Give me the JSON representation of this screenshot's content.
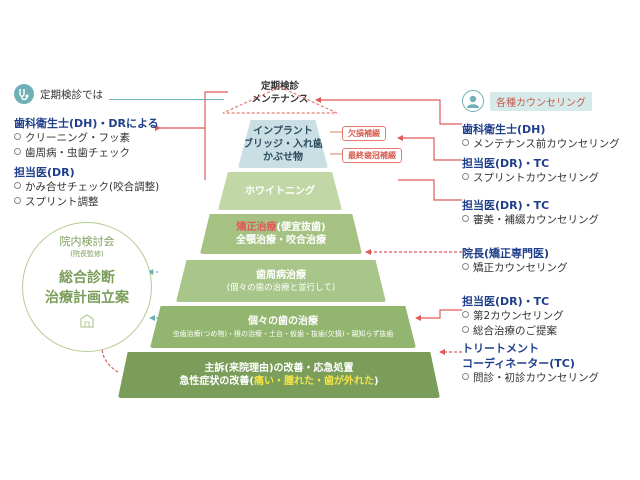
{
  "left_panel": {
    "title": "定期検診では",
    "group1_header": "歯科衛生士(DH)・DRによる",
    "group1_items": [
      "クリーニング・フッ素",
      "歯周病・虫歯チェック"
    ],
    "group2_header": "担当医(DR)",
    "group2_items": [
      "かみ合せチェック(咬合調整)",
      "スプリント調整"
    ]
  },
  "conference": {
    "title": "院内検討会",
    "subtitle": "(院長監修)",
    "line1": "総合診断",
    "line2": "治療計画立案"
  },
  "pyramid": {
    "top": [
      "定期検診",
      "メンテナンス"
    ],
    "tiers": [
      {
        "line1": "インプラント",
        "line2": "ブリッジ・入れ歯",
        "line3": "かぶせ物"
      },
      {
        "line1": "ホワイトニング"
      },
      {
        "line1_red": "矯正治療",
        "line1_rest": "(便宜抜歯)",
        "line2": "全顎治療・咬合治療"
      },
      {
        "line1": "歯周病治療",
        "line2": "(個々の歯の治療と並行して)"
      },
      {
        "line1": "個々の歯の治療",
        "line2": "虫歯治療(つめ物)・根の治療・土台・仮歯・抜歯(欠損)・親知らず抜歯"
      },
      {
        "line1": "主訴(来院理由)の改善・応急処置",
        "line2_pre": "急性症状の改善(",
        "line2_hl": "痛い・腫れた・歯が外れた",
        "line2_post": ")"
      }
    ],
    "tag1": "欠損補綴",
    "tag2": "最終歯冠補綴"
  },
  "right_panel": {
    "title": "各種カウンセリング",
    "g1_header": "歯科衛生士(DH)",
    "g1_items": [
      "メンテナンス前カウンセリング"
    ],
    "g2_header": "担当医(DR)・TC",
    "g2_items": [
      "スプリントカウンセリング"
    ],
    "g3_header": "担当医(DR)・TC",
    "g3_items": [
      "審美・補綴カウンセリング"
    ],
    "g4_header": "院長(矯正専門医)",
    "g4_items": [
      "矯正カウンセリング"
    ],
    "g5_header": "担当医(DR)・TC",
    "g5_items": [
      "第2カウンセリング",
      "総合治療のご提案"
    ],
    "g6_header1": "トリートメント",
    "g6_header2": "コーディネーター(TC)",
    "g6_items": [
      "問診・初診カウンセリング"
    ]
  },
  "colors": {
    "navy": "#1f3f8a",
    "red": "#e05a5a",
    "teal": "#6fb0b6",
    "tier_top": "#c9dfe3",
    "tier_dark": "#7a9e5a",
    "tier_light": "#b8cf95",
    "highlight": "#f2e34a"
  }
}
